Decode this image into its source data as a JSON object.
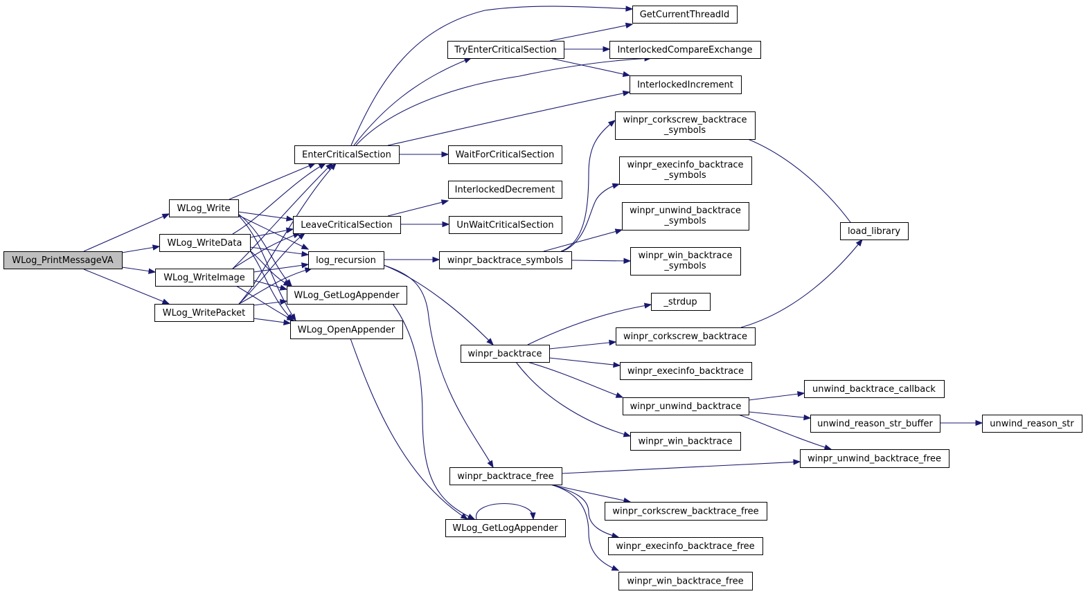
{
  "diagram": {
    "type": "call-graph",
    "colors": {
      "edge": "#191970",
      "root_fill": "#bfbfbf",
      "node_fill": "#ffffff",
      "node_border": "#000000"
    },
    "nodes": [
      {
        "id": "n0",
        "lines": [
          "WLog_PrintMessageVA"
        ],
        "root": true
      },
      {
        "id": "n1",
        "lines": [
          "WLog_Write"
        ]
      },
      {
        "id": "n2",
        "lines": [
          "WLog_WriteData"
        ]
      },
      {
        "id": "n3",
        "lines": [
          "WLog_WriteImage"
        ]
      },
      {
        "id": "n4",
        "lines": [
          "WLog_WritePacket"
        ]
      },
      {
        "id": "n5",
        "lines": [
          "EnterCriticalSection"
        ]
      },
      {
        "id": "n6",
        "lines": [
          "LeaveCriticalSection"
        ]
      },
      {
        "id": "n7",
        "lines": [
          "log_recursion"
        ]
      },
      {
        "id": "n8",
        "lines": [
          "WLog_GetLogAppender"
        ]
      },
      {
        "id": "n9",
        "lines": [
          "WLog_OpenAppender"
        ]
      },
      {
        "id": "n10",
        "lines": [
          "TryEnterCriticalSection"
        ]
      },
      {
        "id": "n11",
        "lines": [
          "WaitForCriticalSection"
        ]
      },
      {
        "id": "n12",
        "lines": [
          "InterlockedDecrement"
        ]
      },
      {
        "id": "n13",
        "lines": [
          "UnWaitCriticalSection"
        ]
      },
      {
        "id": "n14",
        "lines": [
          "winpr_backtrace_symbols"
        ]
      },
      {
        "id": "n15",
        "lines": [
          "winpr_backtrace"
        ]
      },
      {
        "id": "n16",
        "lines": [
          "winpr_backtrace_free"
        ]
      },
      {
        "id": "n17",
        "lines": [
          "WLog_GetLogAppender"
        ]
      },
      {
        "id": "n18",
        "lines": [
          "GetCurrentThreadId"
        ]
      },
      {
        "id": "n19",
        "lines": [
          "InterlockedCompareExchange"
        ]
      },
      {
        "id": "n20",
        "lines": [
          "InterlockedIncrement"
        ]
      },
      {
        "id": "n21",
        "lines": [
          "winpr_corkscrew_backtrace",
          "_symbols"
        ]
      },
      {
        "id": "n22",
        "lines": [
          "winpr_execinfo_backtrace",
          "_symbols"
        ]
      },
      {
        "id": "n23",
        "lines": [
          "winpr_unwind_backtrace",
          "_symbols"
        ]
      },
      {
        "id": "n24",
        "lines": [
          "winpr_win_backtrace",
          "_symbols"
        ]
      },
      {
        "id": "n25",
        "lines": [
          "_strdup"
        ]
      },
      {
        "id": "n26",
        "lines": [
          "winpr_corkscrew_backtrace"
        ]
      },
      {
        "id": "n27",
        "lines": [
          "winpr_execinfo_backtrace"
        ]
      },
      {
        "id": "n28",
        "lines": [
          "winpr_unwind_backtrace"
        ]
      },
      {
        "id": "n29",
        "lines": [
          "winpr_win_backtrace"
        ]
      },
      {
        "id": "n30",
        "lines": [
          "winpr_corkscrew_backtrace_free"
        ]
      },
      {
        "id": "n31",
        "lines": [
          "winpr_execinfo_backtrace_free"
        ]
      },
      {
        "id": "n32",
        "lines": [
          "winpr_win_backtrace_free"
        ]
      },
      {
        "id": "n33",
        "lines": [
          "load_library"
        ]
      },
      {
        "id": "n34",
        "lines": [
          "unwind_backtrace_callback"
        ]
      },
      {
        "id": "n35",
        "lines": [
          "unwind_reason_str_buffer"
        ]
      },
      {
        "id": "n36",
        "lines": [
          "winpr_unwind_backtrace_free"
        ]
      },
      {
        "id": "n37",
        "lines": [
          "unwind_reason_str"
        ]
      }
    ],
    "edges": [
      [
        "n0",
        "n1"
      ],
      [
        "n0",
        "n2"
      ],
      [
        "n0",
        "n3"
      ],
      [
        "n0",
        "n4"
      ],
      [
        "n1",
        "n5"
      ],
      [
        "n1",
        "n6"
      ],
      [
        "n1",
        "n7"
      ],
      [
        "n1",
        "n8"
      ],
      [
        "n1",
        "n9"
      ],
      [
        "n2",
        "n5"
      ],
      [
        "n2",
        "n6"
      ],
      [
        "n2",
        "n7"
      ],
      [
        "n2",
        "n8"
      ],
      [
        "n2",
        "n9"
      ],
      [
        "n3",
        "n5"
      ],
      [
        "n3",
        "n6"
      ],
      [
        "n3",
        "n7"
      ],
      [
        "n3",
        "n8"
      ],
      [
        "n3",
        "n9"
      ],
      [
        "n4",
        "n5"
      ],
      [
        "n4",
        "n6"
      ],
      [
        "n4",
        "n7"
      ],
      [
        "n4",
        "n8"
      ],
      [
        "n4",
        "n9"
      ],
      [
        "n5",
        "n18"
      ],
      [
        "n5",
        "n10"
      ],
      [
        "n5",
        "n19"
      ],
      [
        "n5",
        "n20"
      ],
      [
        "n5",
        "n11"
      ],
      [
        "n10",
        "n18"
      ],
      [
        "n10",
        "n19"
      ],
      [
        "n10",
        "n20"
      ],
      [
        "n6",
        "n12"
      ],
      [
        "n6",
        "n13"
      ],
      [
        "n7",
        "n14"
      ],
      [
        "n7",
        "n15"
      ],
      [
        "n7",
        "n16"
      ],
      [
        "n8",
        "n17"
      ],
      [
        "n9",
        "n17"
      ],
      [
        "n17",
        "n17"
      ],
      [
        "n14",
        "n21"
      ],
      [
        "n14",
        "n22"
      ],
      [
        "n14",
        "n23"
      ],
      [
        "n14",
        "n24"
      ],
      [
        "n21",
        "n33"
      ],
      [
        "n26",
        "n33"
      ],
      [
        "n15",
        "n25"
      ],
      [
        "n15",
        "n26"
      ],
      [
        "n15",
        "n27"
      ],
      [
        "n15",
        "n28"
      ],
      [
        "n15",
        "n29"
      ],
      [
        "n28",
        "n34"
      ],
      [
        "n28",
        "n35"
      ],
      [
        "n28",
        "n36"
      ],
      [
        "n35",
        "n37"
      ],
      [
        "n16",
        "n36"
      ],
      [
        "n16",
        "n30"
      ],
      [
        "n16",
        "n31"
      ],
      [
        "n16",
        "n32"
      ]
    ]
  }
}
